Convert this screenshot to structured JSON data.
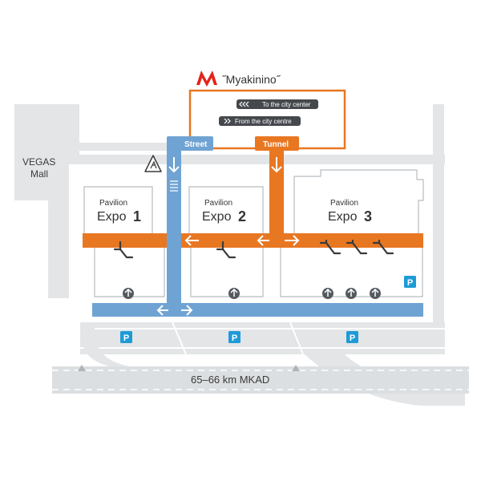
{
  "metro": {
    "logo": "M",
    "station": "˝Myakinino˝",
    "platform_to_center": "To the city center",
    "platform_from_center": "From the city centre",
    "brand_color": "#e2231a"
  },
  "routes": {
    "street_label": "Street",
    "tunnel_label": "Tunnel",
    "street_color": "#6fa3d3",
    "tunnel_color": "#e87722"
  },
  "landmarks": {
    "mall_line1": "VEGAS",
    "mall_line2": "Mall",
    "road_label": "65–66 km MKAD"
  },
  "pavilions": [
    {
      "caption": "Pavilion",
      "name": "Expo",
      "number": "1"
    },
    {
      "caption": "Pavilion",
      "name": "Expo",
      "number": "2"
    },
    {
      "caption": "Pavilion",
      "name": "Expo",
      "number": "3"
    }
  ],
  "parking": {
    "symbol": "P",
    "color": "#1e9bd7"
  },
  "icons": {
    "metro": "metro-logo-icon",
    "train": "train-icon",
    "escalator": "escalator-icon",
    "entrance": "entrance-arrow-icon",
    "warning": "pedestrian-warning-icon",
    "arrows": "direction-arrow-icon"
  }
}
